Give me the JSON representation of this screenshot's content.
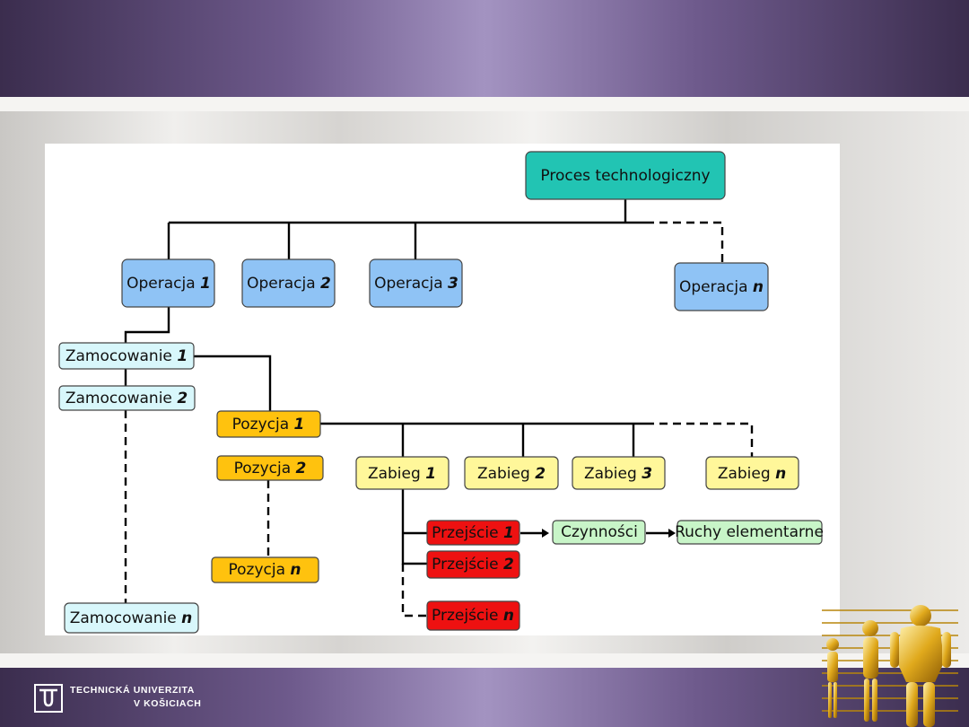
{
  "diagram": {
    "root": "Proces technologiczny",
    "operations": [
      {
        "label": "Operacja ",
        "num": "1"
      },
      {
        "label": "Operacja ",
        "num": "2"
      },
      {
        "label": "Operacja ",
        "num": "3"
      },
      {
        "label": "Operacja ",
        "num": "n"
      }
    ],
    "mountings": [
      {
        "label": "Zamocowanie ",
        "num": "1"
      },
      {
        "label": "Zamocowanie ",
        "num": "2"
      },
      {
        "label": "Zamocowanie ",
        "num": "n"
      }
    ],
    "positions": [
      {
        "label": "Pozycja ",
        "num": "1"
      },
      {
        "label": "Pozycja ",
        "num": "2"
      },
      {
        "label": "Pozycja ",
        "num": "n"
      }
    ],
    "treatments": [
      {
        "label": "Zabieg ",
        "num": "1"
      },
      {
        "label": "Zabieg ",
        "num": "2"
      },
      {
        "label": "Zabieg ",
        "num": "3"
      },
      {
        "label": "Zabieg ",
        "num": "n"
      }
    ],
    "passes": [
      {
        "label": "Przejście ",
        "num": "1"
      },
      {
        "label": "Przejście ",
        "num": "2"
      },
      {
        "label": "Przejście ",
        "num": "n"
      }
    ],
    "activities": "Czynności",
    "elementary": "Ruchy elementarne"
  },
  "footer": {
    "university_line1": "TECHNICKÁ UNIVERZITA",
    "university_line2": "V KOŠICIACH"
  },
  "colors": {
    "root": "#22c4b3",
    "operation": "#8fc3f5",
    "mounting": "#d8f7fb",
    "position": "#ffc20e",
    "treatment": "#fff79a",
    "pass": "#ee1111",
    "activity": "#c8f5c8"
  }
}
